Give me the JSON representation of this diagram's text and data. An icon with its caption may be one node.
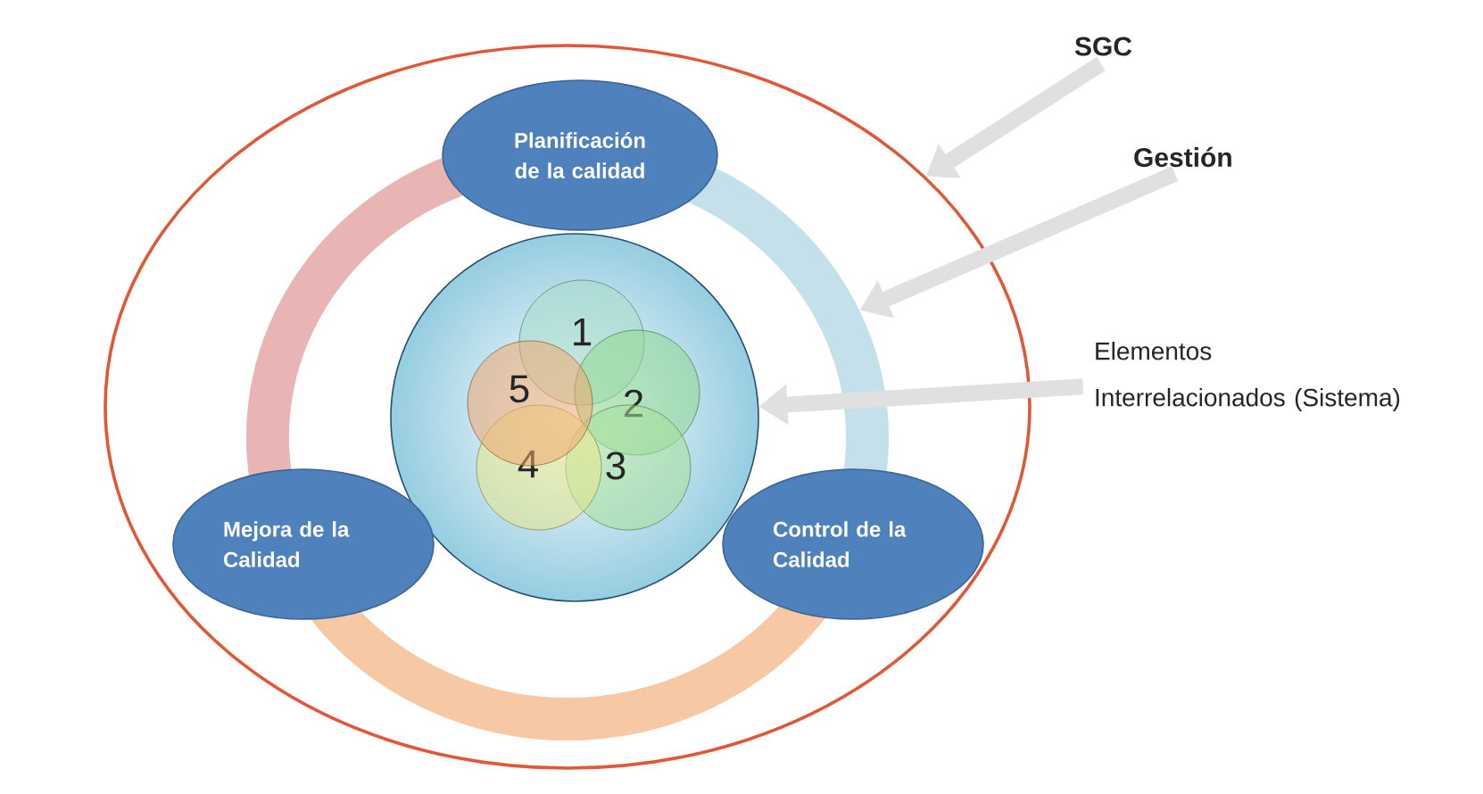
{
  "diagram": {
    "nodes": [
      {
        "text": [],
        "shape": "ellipse"
      },
      {
        "text": [],
        "shape": "band",
        "in": 0
      },
      {
        "text": [],
        "shape": "circle",
        "in": 1
      },
      {
        "text": [
          "1"
        ],
        "in": 2
      },
      {
        "text": [
          "2"
        ],
        "in": 2
      },
      {
        "text": [
          "3"
        ],
        "in": 2
      },
      {
        "text": [
          "4"
        ],
        "in": 2
      },
      {
        "text": [
          "5"
        ],
        "in": 2
      },
      {
        "text": [
          "Planificación de la calidad"
        ],
        "in": 0
      },
      {
        "text": [
          "Mejora de la Calidad"
        ],
        "in": 0
      },
      {
        "text": [
          "Control de la Calidad"
        ],
        "in": 0
      },
      {
        "text": [
          "SGC"
        ]
      },
      {
        "text": [
          "Gestión"
        ]
      },
      {
        "text": [
          "Elementos Interrelacionados (Sistema)"
        ]
      }
    ],
    "edges": [
      {
        "from": 11,
        "to": 0,
        "arrow": "to"
      },
      {
        "from": 12,
        "to": 1,
        "arrow": "to"
      },
      {
        "from": 13,
        "to": 2,
        "arrow": "to"
      }
    ]
  }
}
